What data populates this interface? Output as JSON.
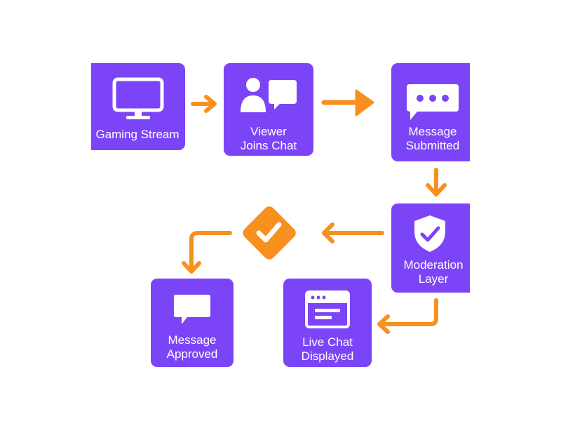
{
  "diagram": {
    "title": "Gaming stream live chat moderation flow",
    "colors": {
      "node": "#7b45f7",
      "arrow": "#f7901e",
      "icon": "#ffffff",
      "background": "#ffffff"
    },
    "nodes": [
      {
        "id": "gaming-stream",
        "label_lines": [
          "Gaming Stream"
        ],
        "icon": "monitor-icon"
      },
      {
        "id": "viewer-joins-chat",
        "label_lines": [
          "Viewer",
          "Joins Chat"
        ],
        "icon": "user-chat-icon"
      },
      {
        "id": "message-submitted",
        "label_lines": [
          "Message",
          "Submitted"
        ],
        "icon": "chat-bubble-dots-icon"
      },
      {
        "id": "moderation-layer",
        "label_lines": [
          "Moderation",
          "Layer"
        ],
        "icon": "shield-check-icon"
      },
      {
        "id": "decision",
        "label_lines": [],
        "icon": "check-diamond-icon"
      },
      {
        "id": "live-chat-displayed",
        "label_lines": [
          "Live Chat",
          "Displayed"
        ],
        "icon": "browser-window-icon"
      },
      {
        "id": "message-approved",
        "label_lines": [
          "Message",
          "Approved"
        ],
        "icon": "chat-bubble-icon"
      }
    ],
    "edges": [
      {
        "from": "gaming-stream",
        "to": "viewer-joins-chat"
      },
      {
        "from": "viewer-joins-chat",
        "to": "message-submitted"
      },
      {
        "from": "message-submitted",
        "to": "moderation-layer"
      },
      {
        "from": "moderation-layer",
        "to": "decision"
      },
      {
        "from": "decision",
        "to": "message-approved"
      },
      {
        "from": "moderation-layer",
        "to": "live-chat-displayed"
      }
    ]
  }
}
